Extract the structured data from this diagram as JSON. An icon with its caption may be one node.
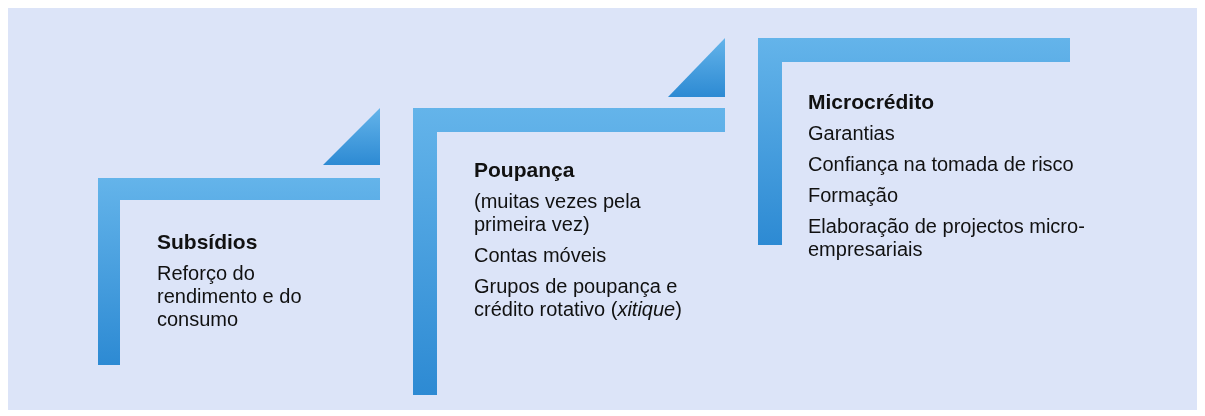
{
  "diagram": {
    "nodes": [
      {
        "text": [
          "Subsídios",
          "Reforço do rendimento e do consumo"
        ]
      },
      {
        "text": [
          "Poupança",
          "(muitas vezes pela primeira vez)",
          "Contas móveis",
          "Grupos de poupança e crédito rotativo (*xitique*)"
        ]
      },
      {
        "text": [
          "Microcrédito",
          "Garantias",
          "Confiança na tomada de risco",
          "Formação",
          "Elaboração de projectos micro-empresariais"
        ]
      }
    ]
  }
}
